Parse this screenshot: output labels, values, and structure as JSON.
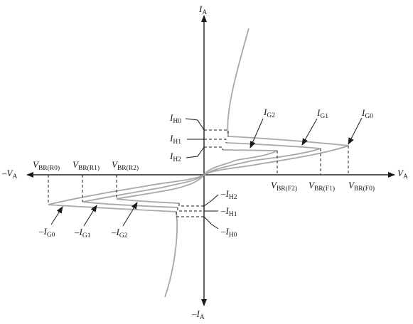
{
  "labels": {
    "ia_top": {
      "main": "I",
      "sub": "A"
    },
    "ia_bottom": {
      "prefix": "–",
      "main": "I",
      "sub": "A"
    },
    "va_right": {
      "main": "V",
      "sub": "A"
    },
    "va_left": {
      "prefix": "–",
      "main": "V",
      "sub": "A"
    },
    "ih0": {
      "main": "I",
      "sub": "H0"
    },
    "ih1": {
      "main": "I",
      "sub": "H1"
    },
    "ih2": {
      "main": "I",
      "sub": "H2"
    },
    "ig2": {
      "main": "I",
      "sub": "G2"
    },
    "ig1": {
      "main": "I",
      "sub": "G1"
    },
    "ig0": {
      "main": "I",
      "sub": "G0"
    },
    "vbr_f2": {
      "main": "V",
      "sub": "BR(F2)"
    },
    "vbr_f1": {
      "main": "V",
      "sub": "BR(F1)"
    },
    "vbr_f0": {
      "main": "V",
      "sub": "BR(F0)"
    },
    "vbr_r0": {
      "main": "V",
      "sub": "BR(R0)"
    },
    "vbr_r1": {
      "main": "V",
      "sub": "BR(R1)"
    },
    "vbr_r2": {
      "main": "V",
      "sub": "BR(R2)"
    },
    "neg_ih2": {
      "prefix": "–",
      "main": "I",
      "sub": "H2"
    },
    "neg_ih1": {
      "prefix": "–",
      "main": "I",
      "sub": "H1"
    },
    "neg_ih0": {
      "prefix": "–",
      "main": "I",
      "sub": "H0"
    },
    "neg_ig0": {
      "prefix": "–",
      "main": "I",
      "sub": "G0"
    },
    "neg_ig1": {
      "prefix": "–",
      "main": "I",
      "sub": "G1"
    },
    "neg_ig2": {
      "prefix": "–",
      "main": "I",
      "sub": "G2"
    }
  },
  "colors": {
    "curve": "#a8a8a8",
    "axis": "#1a1a1a"
  }
}
